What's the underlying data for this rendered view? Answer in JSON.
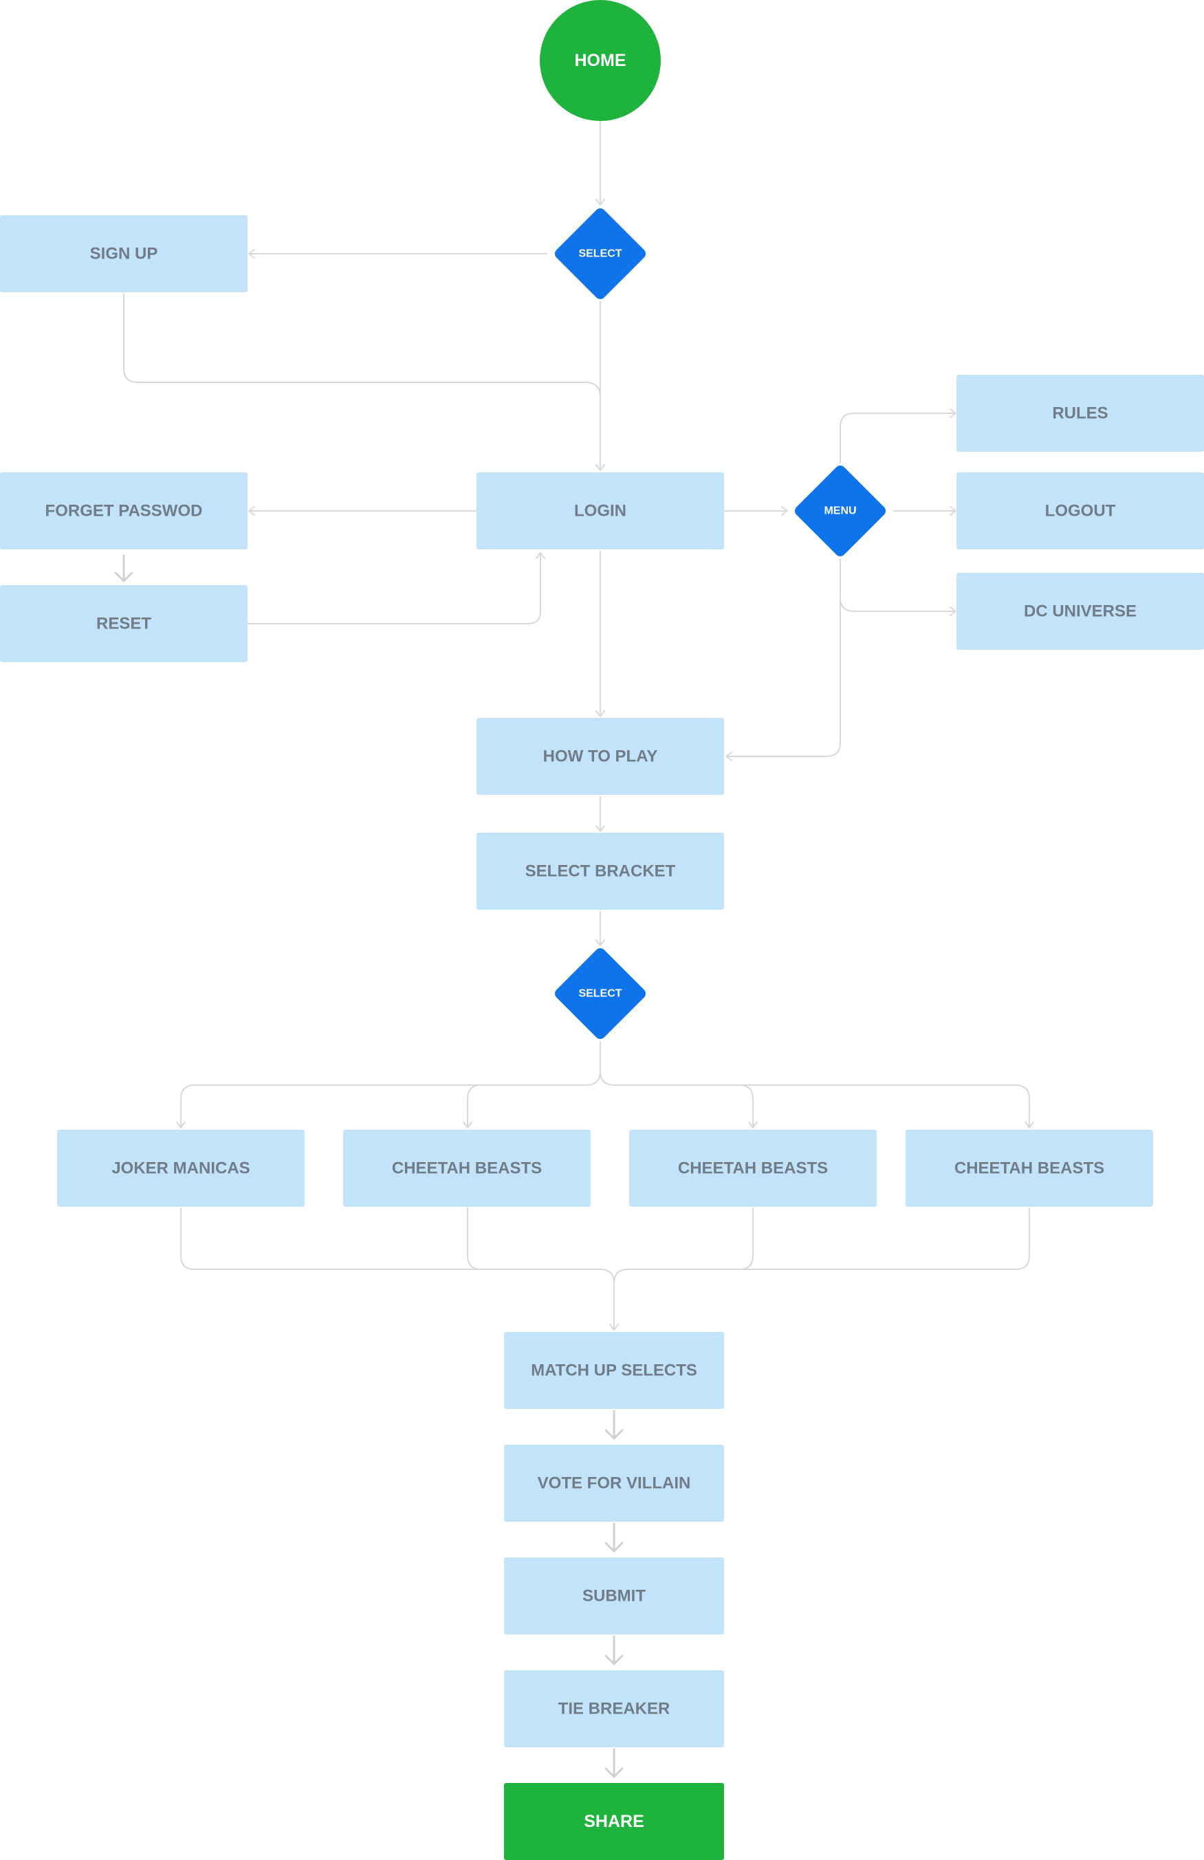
{
  "start": {
    "label": "HOME"
  },
  "decisions": {
    "entry": "SELECT",
    "menu": "MENU",
    "bracket": "SELECT"
  },
  "steps": {
    "sign_up": "SIGN UP",
    "login": "LOGIN",
    "forget_password": "FORGET PASSWOD",
    "reset": "RESET",
    "rules": "RULES",
    "logout": "LOGOUT",
    "dc_universe": "DC UNIVERSE",
    "how_to_play": "HOW TO PLAY",
    "select_bracket": "SELECT BRACKET",
    "match_up_selects": "MATCH UP SELECTS",
    "vote_for_villain": "VOTE FOR VILLAIN",
    "submit": "SUBMIT",
    "tie_breaker": "TIE BREAKER"
  },
  "brackets": [
    "JOKER MANICAS",
    "CHEETAH BEASTS",
    "CHEETAH BEASTS",
    "CHEETAH BEASTS"
  ],
  "end": {
    "label": "SHARE"
  },
  "colors": {
    "start_end": "#1db33c",
    "decision": "#0f73ea",
    "step": "#c3e3fa",
    "step_text": "#707c88",
    "connector": "#d9d9d9"
  }
}
